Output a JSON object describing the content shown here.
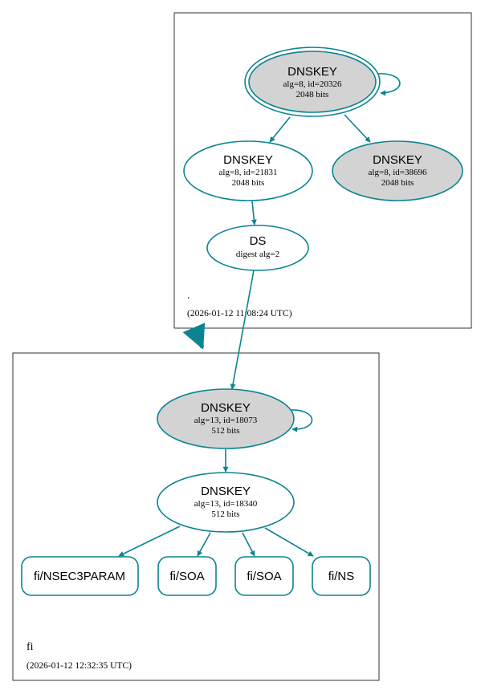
{
  "colors": {
    "edge": "#0a8492",
    "node_stroke": "#0a8492",
    "node_fill_gray": "#d3d3d3",
    "node_fill_white": "#ffffff"
  },
  "zones": {
    "root": {
      "label": ".",
      "timestamp": "(2026-01-12 11:08:24 UTC)"
    },
    "fi": {
      "label": "fi",
      "timestamp": "(2026-01-12 12:32:35 UTC)"
    }
  },
  "nodes": {
    "root_ksk": {
      "title": "DNSKEY",
      "line1": "alg=8, id=20326",
      "line2": "2048 bits"
    },
    "root_zsk1": {
      "title": "DNSKEY",
      "line1": "alg=8, id=21831",
      "line2": "2048 bits"
    },
    "root_zsk2": {
      "title": "DNSKEY",
      "line1": "alg=8, id=38696",
      "line2": "2048 bits"
    },
    "root_ds": {
      "title": "DS",
      "line1": "digest alg=2"
    },
    "fi_ksk": {
      "title": "DNSKEY",
      "line1": "alg=13, id=18073",
      "line2": "512 bits"
    },
    "fi_zsk": {
      "title": "DNSKEY",
      "line1": "alg=13, id=18340",
      "line2": "512 bits"
    },
    "fi_nsec3": {
      "title": "fi/NSEC3PARAM"
    },
    "fi_soa1": {
      "title": "fi/SOA"
    },
    "fi_soa2": {
      "title": "fi/SOA"
    },
    "fi_ns": {
      "title": "fi/NS"
    }
  }
}
